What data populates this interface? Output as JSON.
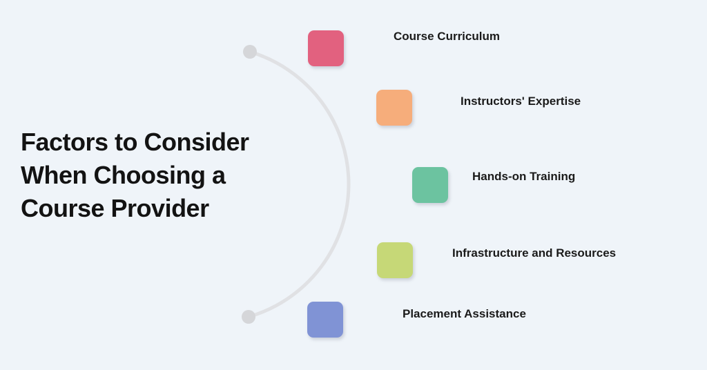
{
  "title": {
    "full_text": "Factors to Consider When Choosing a Course Provider",
    "lines": [
      "Factors to Consider",
      "When Choosing a",
      "Course Provider"
    ],
    "color": "#131313"
  },
  "diagram": {
    "background_color": "#eff4f9",
    "arc_color": "#e0e1e4",
    "end_dot_color": "#d5d6d9"
  },
  "factors": [
    {
      "label": "Course Curriculum",
      "color": "#e2617f"
    },
    {
      "label": "Instructors' Expertise",
      "color": "#f6ad7b"
    },
    {
      "label": "Hands-on Training",
      "color": "#6cc3a0"
    },
    {
      "label": "Infrastructure and Resources",
      "color": "#c6d877"
    },
    {
      "label": "Placement Assistance",
      "color": "#8093d5"
    }
  ]
}
